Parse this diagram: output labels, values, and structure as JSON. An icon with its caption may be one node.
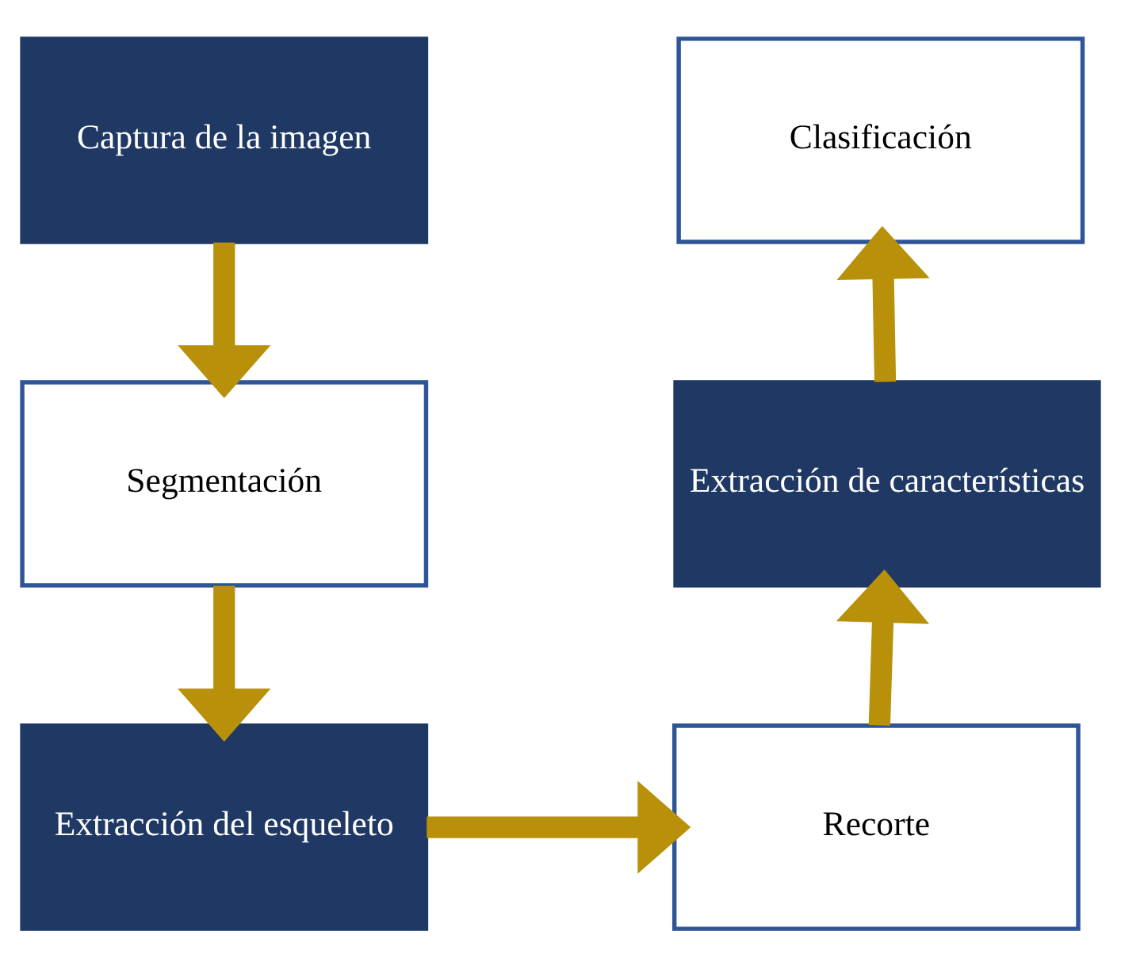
{
  "diagram": {
    "nodes": [
      {
        "text": [
          "Captura de la imagen"
        ]
      },
      {
        "text": [
          "Segmentación"
        ]
      },
      {
        "text": [
          "Extracción del esqueleto"
        ]
      },
      {
        "text": [
          "Recorte"
        ]
      },
      {
        "text": [
          "Extracción de características"
        ]
      },
      {
        "text": [
          "Clasificación"
        ]
      }
    ],
    "edges": [
      {
        "from": 0,
        "to": 1,
        "arrow": "to"
      },
      {
        "from": 1,
        "to": 2,
        "arrow": "to"
      },
      {
        "from": 2,
        "to": 3,
        "arrow": "to"
      },
      {
        "from": 3,
        "to": 4,
        "arrow": "to"
      },
      {
        "from": 4,
        "to": 5,
        "arrow": "to"
      }
    ]
  }
}
